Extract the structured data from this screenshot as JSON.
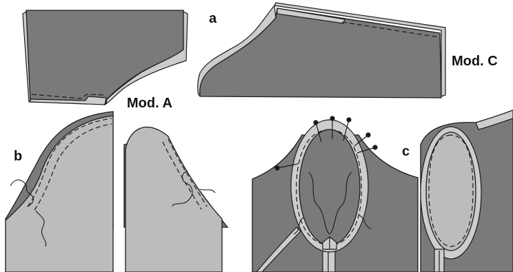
{
  "labels": {
    "step_a": "a",
    "step_b": "b",
    "step_c": "c",
    "model_a": "Mod. A",
    "model_c": "Mod. C"
  },
  "colors": {
    "fabric_dark": "#7a7a7a",
    "fabric_light": "#bcbcbc",
    "facing": "#c8c8c8",
    "outline": "#1a1a1a",
    "background": "#ffffff"
  }
}
